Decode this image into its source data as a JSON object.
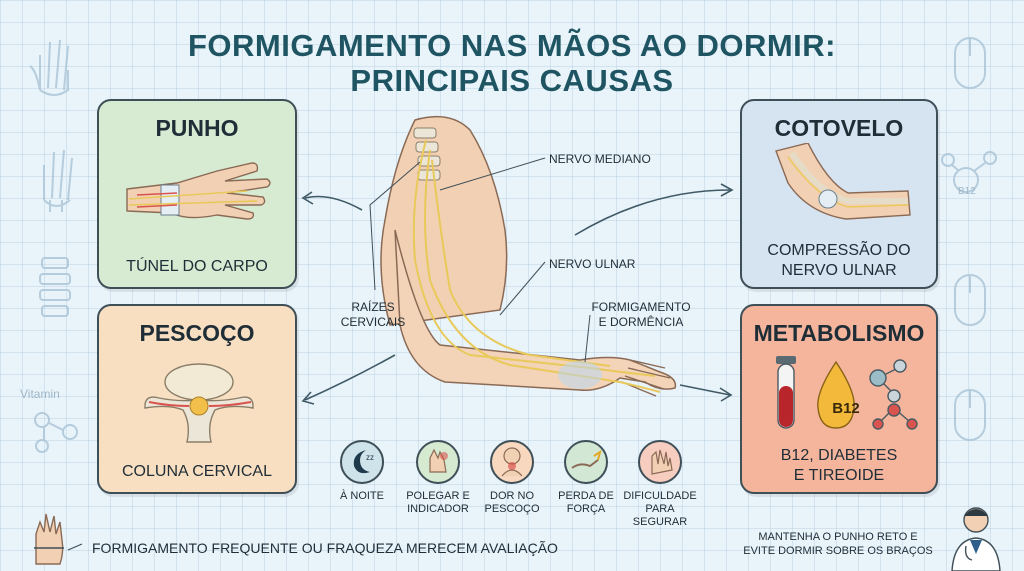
{
  "title_line1": "FORMIGAMENTO NAS MÃOS AO DORMIR:",
  "title_line2": "PRINCIPAIS CAUSAS",
  "cards": {
    "punho": {
      "title": "PUNHO",
      "sub": "TÚNEL DO CARPO"
    },
    "pescoco": {
      "title": "PESCOÇO",
      "sub": "COLUNA CERVICAL"
    },
    "cotovelo": {
      "title": "COTOVELO",
      "sub1": "COMPRESSÃO DO",
      "sub2": "NERVO ULNAR"
    },
    "metabolismo": {
      "title": "METABOLISMO",
      "sub1": "B12, DIABETES",
      "sub2": "E TIREOIDE",
      "badge": "B12"
    }
  },
  "labels": {
    "nervo_mediano": "NERVO MEDIANO",
    "nervo_ulnar": "NERVO ULNAR",
    "raizes1": "RAÍZES",
    "raizes2": "CERVICAIS",
    "formig1": "FORMIGAMENTO",
    "formig2": "E DORMÊNCIA"
  },
  "symptoms": [
    {
      "l1": "À NOITE",
      "l2": "",
      "icon": "moon-icon",
      "color": "#cfe3ea"
    },
    {
      "l1": "POLEGAR E",
      "l2": "INDICADOR",
      "icon": "thumb-index-icon",
      "color": "#d6ead2"
    },
    {
      "l1": "DOR NO",
      "l2": "PESCOÇO",
      "icon": "neck-pain-icon",
      "color": "#f8d9bf"
    },
    {
      "l1": "PERDA DE",
      "l2": "FORÇA",
      "icon": "weak-grip-icon",
      "color": "#d3e8d4"
    },
    {
      "l1": "DIFICULDADE",
      "l2": "PARA SEGURAR",
      "icon": "hand-grab-icon",
      "color": "#f6cdbf"
    }
  ],
  "side_text": {
    "vitamin": "Vitamin",
    "b12": "B12"
  },
  "footer": {
    "left": "FORMIGAMENTO FREQUENTE OU FRAQUEZA MERECEM AVALIAÇÃO",
    "right1": "MANTENHA O PUNHO RETO E",
    "right2": "EVITE DORMIR SOBRE OS BRAÇOS"
  },
  "colors": {
    "title": "#1f5563",
    "punho_bg": "#d7ead2",
    "pescoco_bg": "#f9dfc2",
    "cotovelo_bg": "#d6e3f1",
    "metabolismo_bg": "#f4b59c",
    "nerve": "#e8c95a",
    "skin": "#f2d0b3"
  }
}
